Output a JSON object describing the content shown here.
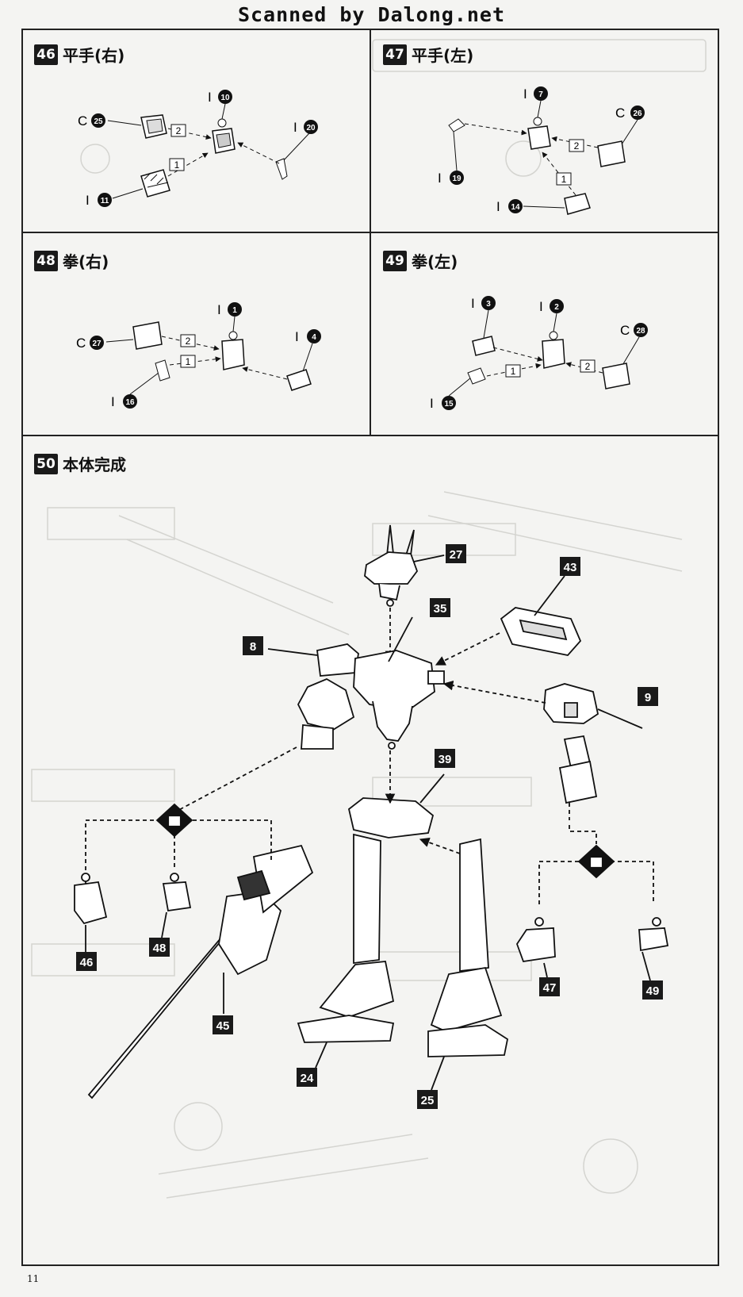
{
  "banner": "Scanned by Dalong.net",
  "page_number": "11",
  "steps": [
    {
      "num": "46",
      "title": "平手(右)"
    },
    {
      "num": "47",
      "title": "平手(左)"
    },
    {
      "num": "48",
      "title": "拳(右)"
    },
    {
      "num": "49",
      "title": "拳(左)"
    },
    {
      "num": "50",
      "title": "本体完成"
    }
  ],
  "step46": {
    "parts": [
      "C",
      "25",
      "I",
      "10",
      "I",
      "20",
      "I",
      "11"
    ],
    "seq": [
      "1",
      "2"
    ]
  },
  "step47": {
    "parts": [
      "I",
      "7",
      "C",
      "26",
      "I",
      "19",
      "I",
      "14"
    ],
    "seq": [
      "1",
      "2"
    ]
  },
  "step48": {
    "parts": [
      "I",
      "1",
      "C",
      "27",
      "I",
      "4",
      "I",
      "16"
    ],
    "seq": [
      "1",
      "2"
    ]
  },
  "step49": {
    "parts": [
      "I",
      "3",
      "I",
      "2",
      "C",
      "28",
      "I",
      "15"
    ],
    "seq": [
      "1",
      "2"
    ]
  },
  "step50": {
    "labels": [
      "27",
      "43",
      "35",
      "8",
      "9",
      "39",
      "46",
      "48",
      "45",
      "24",
      "25",
      "47",
      "49"
    ]
  }
}
